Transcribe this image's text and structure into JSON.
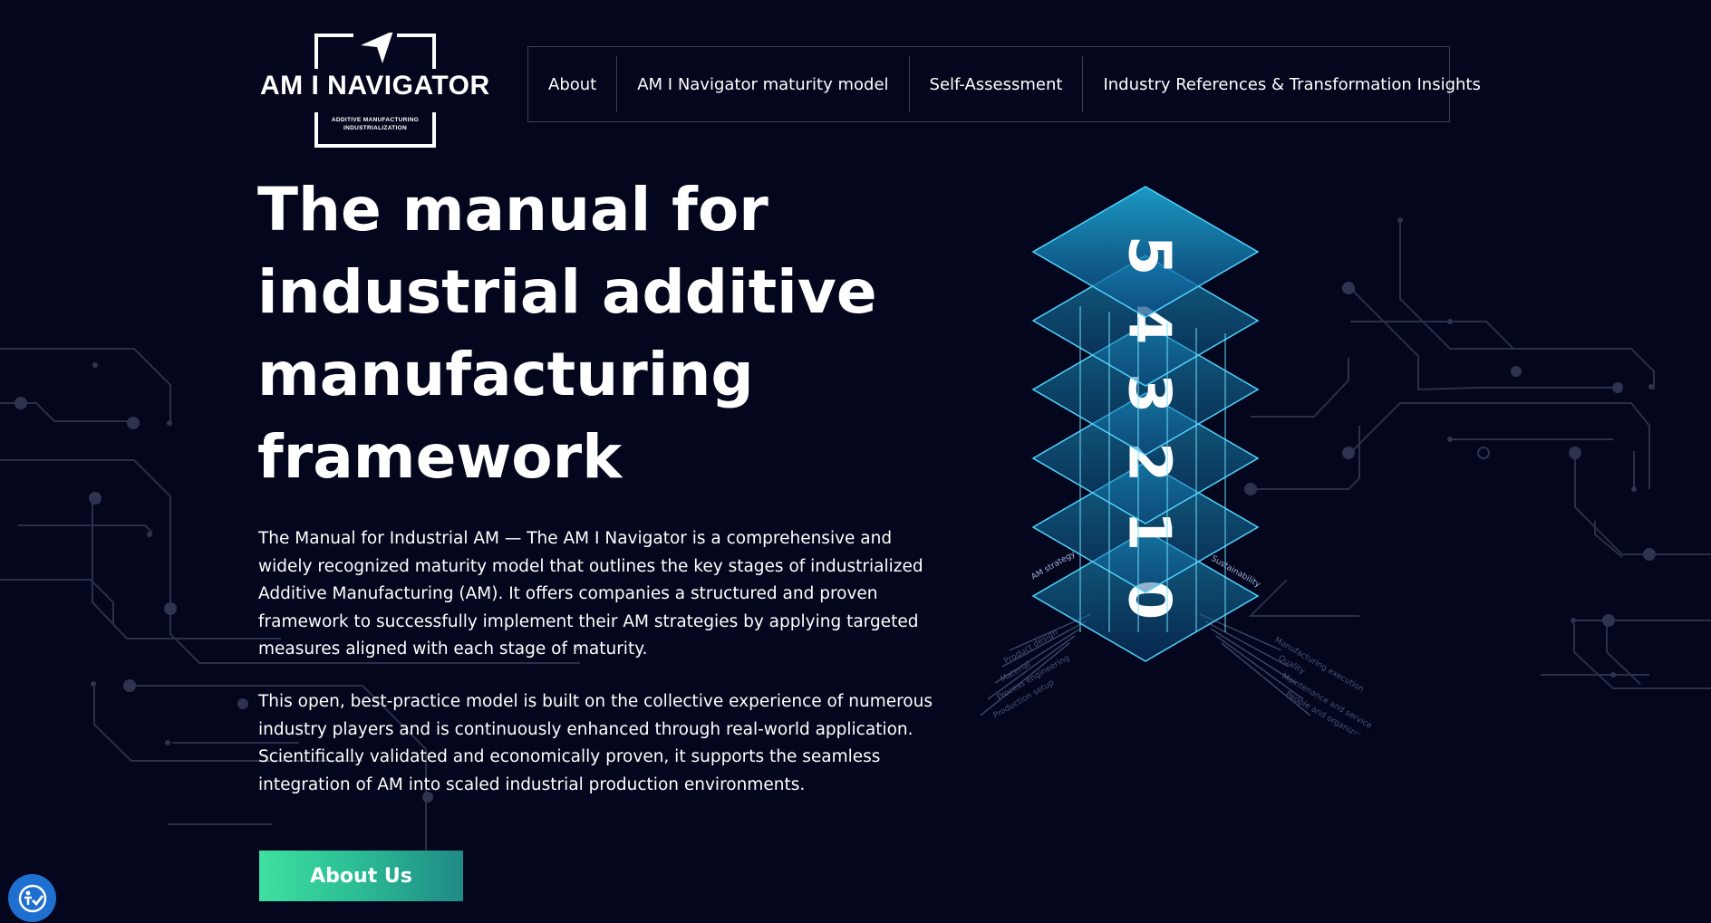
{
  "logo": {
    "title": "AM I NAVIGATOR",
    "subtitle_line1": "ADDITIVE MANUFACTURING",
    "subtitle_line2": "INDUSTRIALIZATION"
  },
  "nav": {
    "items": [
      {
        "label": "About"
      },
      {
        "label": "AM I Navigator maturity model"
      },
      {
        "label": "Self-Assessment"
      },
      {
        "label": "Industry References & Transformation Insights"
      }
    ]
  },
  "hero": {
    "title": "The manual for industrial additive manufacturing framework",
    "paragraph1": "The Manual for Industrial AM — The AM I Navigator is a comprehensive and widely recognized maturity model that outlines the key stages of industrialized Additive Manufacturing (AM). It offers companies a structured and proven framework to successfully implement their AM strategies by applying targeted measures aligned with each stage of maturity.",
    "paragraph2": "This open, best-practice model is built on the collective experience of numerous industry players and is continuously enhanced through real-world application. Scientifically validated and economically proven, it supports the seamless integration of AM into scaled industrial production environments.",
    "cta_label": "About Us"
  },
  "maturity_graphic": {
    "levels": [
      "0",
      "1",
      "2",
      "3",
      "4",
      "5"
    ],
    "left_axis_labels": [
      "AM strategy",
      "Product design",
      "Material",
      "Process engineering",
      "Production setup"
    ],
    "right_axis_labels": [
      "Sustainability",
      "Manufacturing execution",
      "Quality",
      "Maintenance and service",
      "People and organization"
    ]
  },
  "colors": {
    "background": "#03061c",
    "accent_green": "#3ee0a0",
    "accent_teal": "#1f8a86",
    "layer_cyan": "#1aa6d6",
    "a11y_blue": "#1f6fd0"
  },
  "icons": {
    "accessibility": "accessibility-icon"
  }
}
